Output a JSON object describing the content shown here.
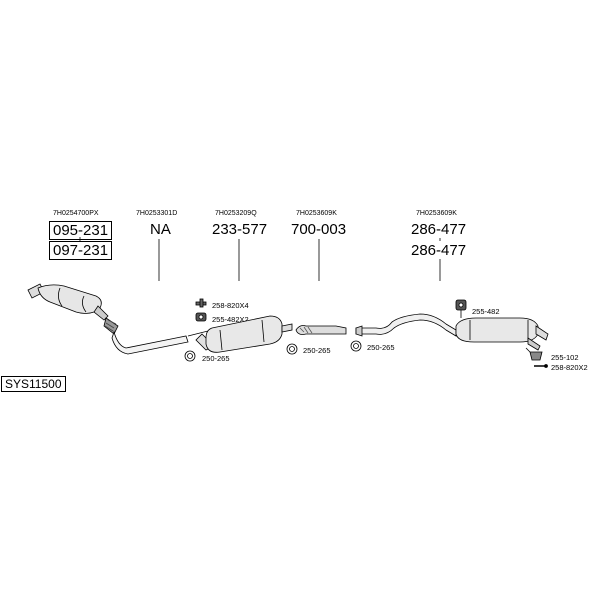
{
  "system_code": "SYS11500",
  "columns": [
    {
      "oem": "7H0254700PX",
      "parts": [
        "095-231",
        "097-231"
      ]
    },
    {
      "oem": "7H0253301D",
      "parts": [
        "NA"
      ]
    },
    {
      "oem": "7H0253209Q",
      "parts": [
        "233-577"
      ]
    },
    {
      "oem": "7H0253609K",
      "parts": [
        "700-003"
      ]
    },
    {
      "oem": "7H0253609K",
      "parts": [
        "286-477",
        "286-477"
      ]
    }
  ],
  "accessories": {
    "a1": "258-820X4",
    "a2": "255-482X2",
    "a3": "250-265",
    "a4": "250-265",
    "a5": "250-265",
    "a6": "255-482",
    "a7": "255-102",
    "a8": "258-820X2"
  }
}
